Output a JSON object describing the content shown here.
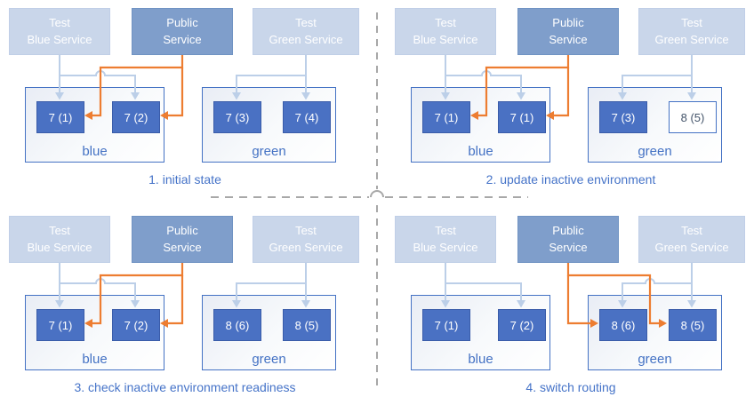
{
  "diagram": {
    "subject": "blue-green deployment routing stages",
    "services": {
      "test_blue": {
        "line1": "Test",
        "line2": "Blue Service"
      },
      "public": {
        "line1": "Public",
        "line2": "Service"
      },
      "test_green": {
        "line1": "Test",
        "line2": "Green Service"
      }
    },
    "environments": {
      "blue_label": "blue",
      "green_label": "green"
    }
  },
  "panels": [
    {
      "caption": "1. initial state",
      "blue_pods": [
        "7 (1)",
        "7 (2)"
      ],
      "green_pods": [
        "7 (3)",
        "7 (4)"
      ],
      "public_routes_to": "blue"
    },
    {
      "caption": "2. update inactive environment",
      "blue_pods": [
        "7 (1)",
        "7 (1)"
      ],
      "green_pods": [
        "7 (3)",
        "8 (5)"
      ],
      "public_routes_to": "blue"
    },
    {
      "caption": "3. check inactive environment readiness",
      "blue_pods": [
        "7 (1)",
        "7 (2)"
      ],
      "green_pods": [
        "8 (6)",
        "8 (5)"
      ],
      "public_routes_to": "blue"
    },
    {
      "caption": "4. switch routing",
      "blue_pods": [
        "7 (1)",
        "7 (2)"
      ],
      "green_pods": [
        "8 (6)",
        "8 (5)"
      ],
      "public_routes_to": "green"
    }
  ],
  "colors": {
    "accent_blue": "#4472C4",
    "pod_fill": "#4A71C3",
    "service_light_fill": "#C9D6EA",
    "service_public_fill": "#7F9ECB",
    "connector_light": "#BCCFE8",
    "connector_orange": "#ED7D31",
    "divider_gray": "#A8A8A8",
    "outlined_pod_text": "#44546A"
  }
}
